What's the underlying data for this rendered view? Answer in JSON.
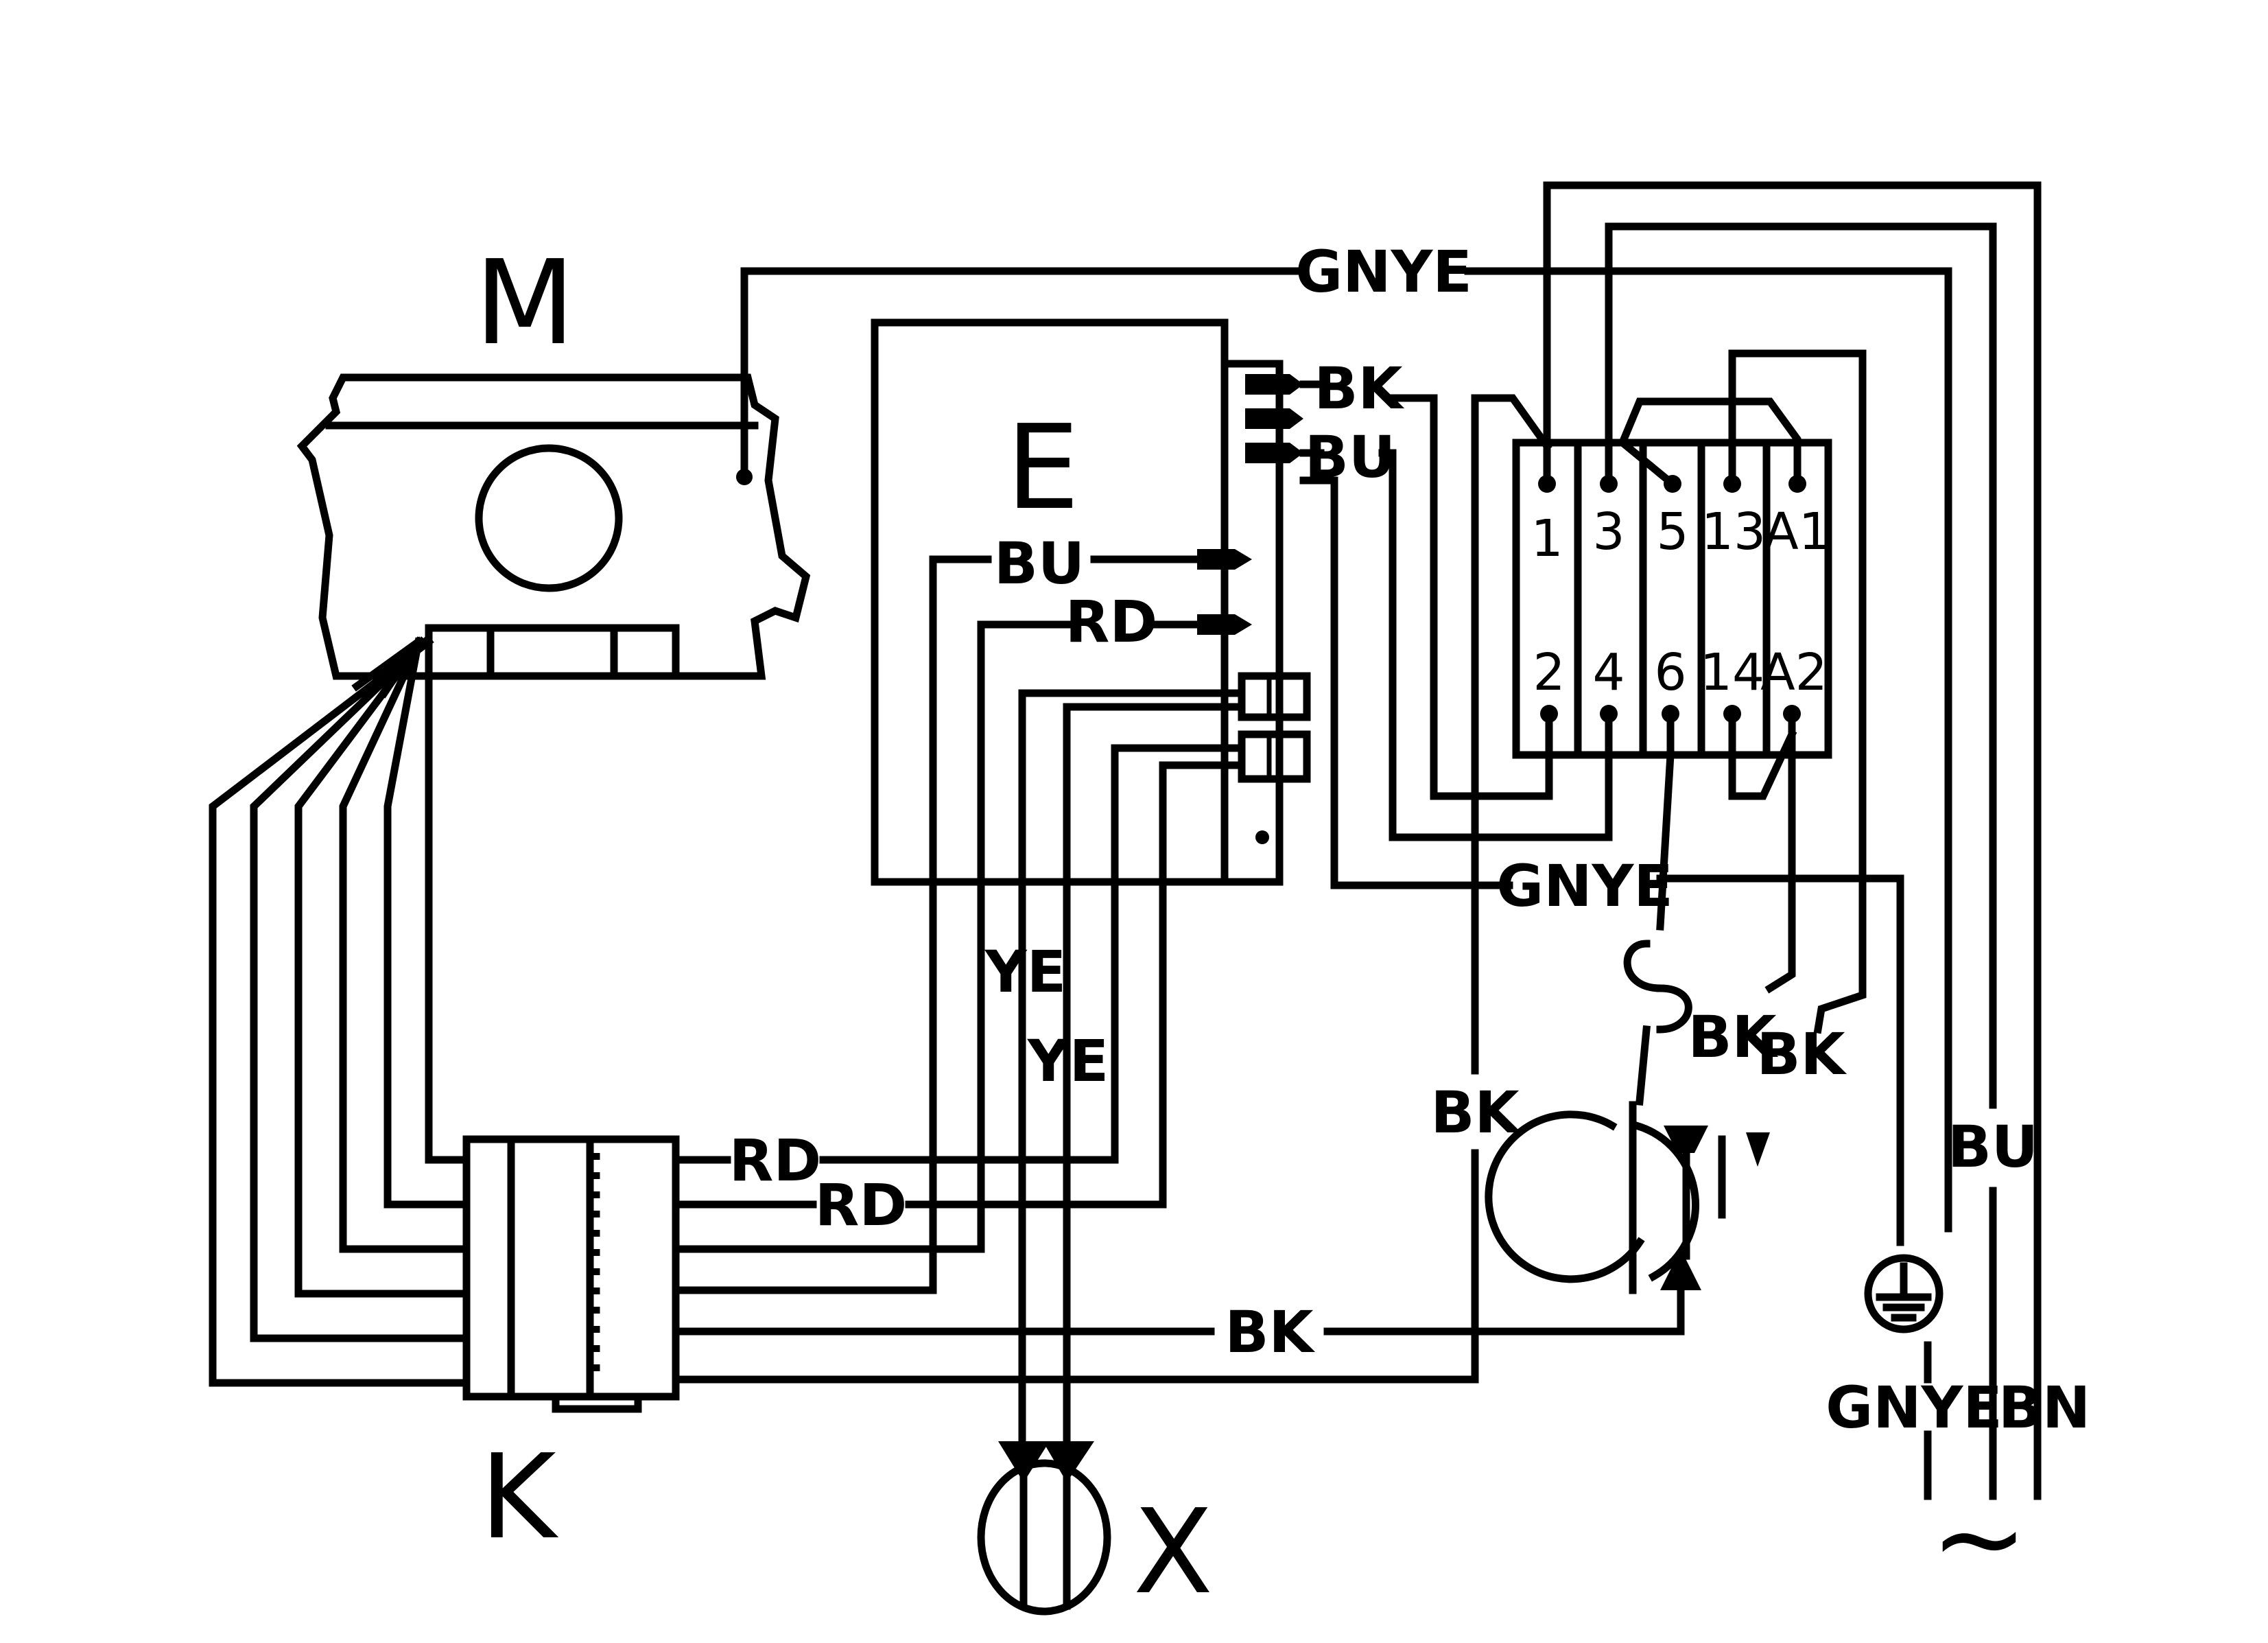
{
  "components": {
    "motor": "M",
    "controller": "E",
    "connector_block": "K",
    "plug": "X",
    "ac_symbol": "~"
  },
  "relay_terminals": {
    "top": [
      "1",
      "3",
      "5",
      "13",
      "A1"
    ],
    "bottom": [
      "2",
      "4",
      "6",
      "14",
      "A2"
    ]
  },
  "wire_labels": {
    "gnye_top": "GNYE",
    "bk_controller": "BK",
    "bu_controller": "BU",
    "bu_inner": "BU",
    "rd_inner": "RD",
    "gnye_mid": "GNYE",
    "ye_1": "YE",
    "ye_2": "YE",
    "bk_vertical": "BK",
    "bk_s1": "BK",
    "bk_s2": "BK",
    "bu_supply": "BU",
    "rd_k1": "RD",
    "rd_k2": "RD",
    "bk_bottom": "BK",
    "gnye_supply": "GNYE",
    "bn_supply": "BN"
  }
}
